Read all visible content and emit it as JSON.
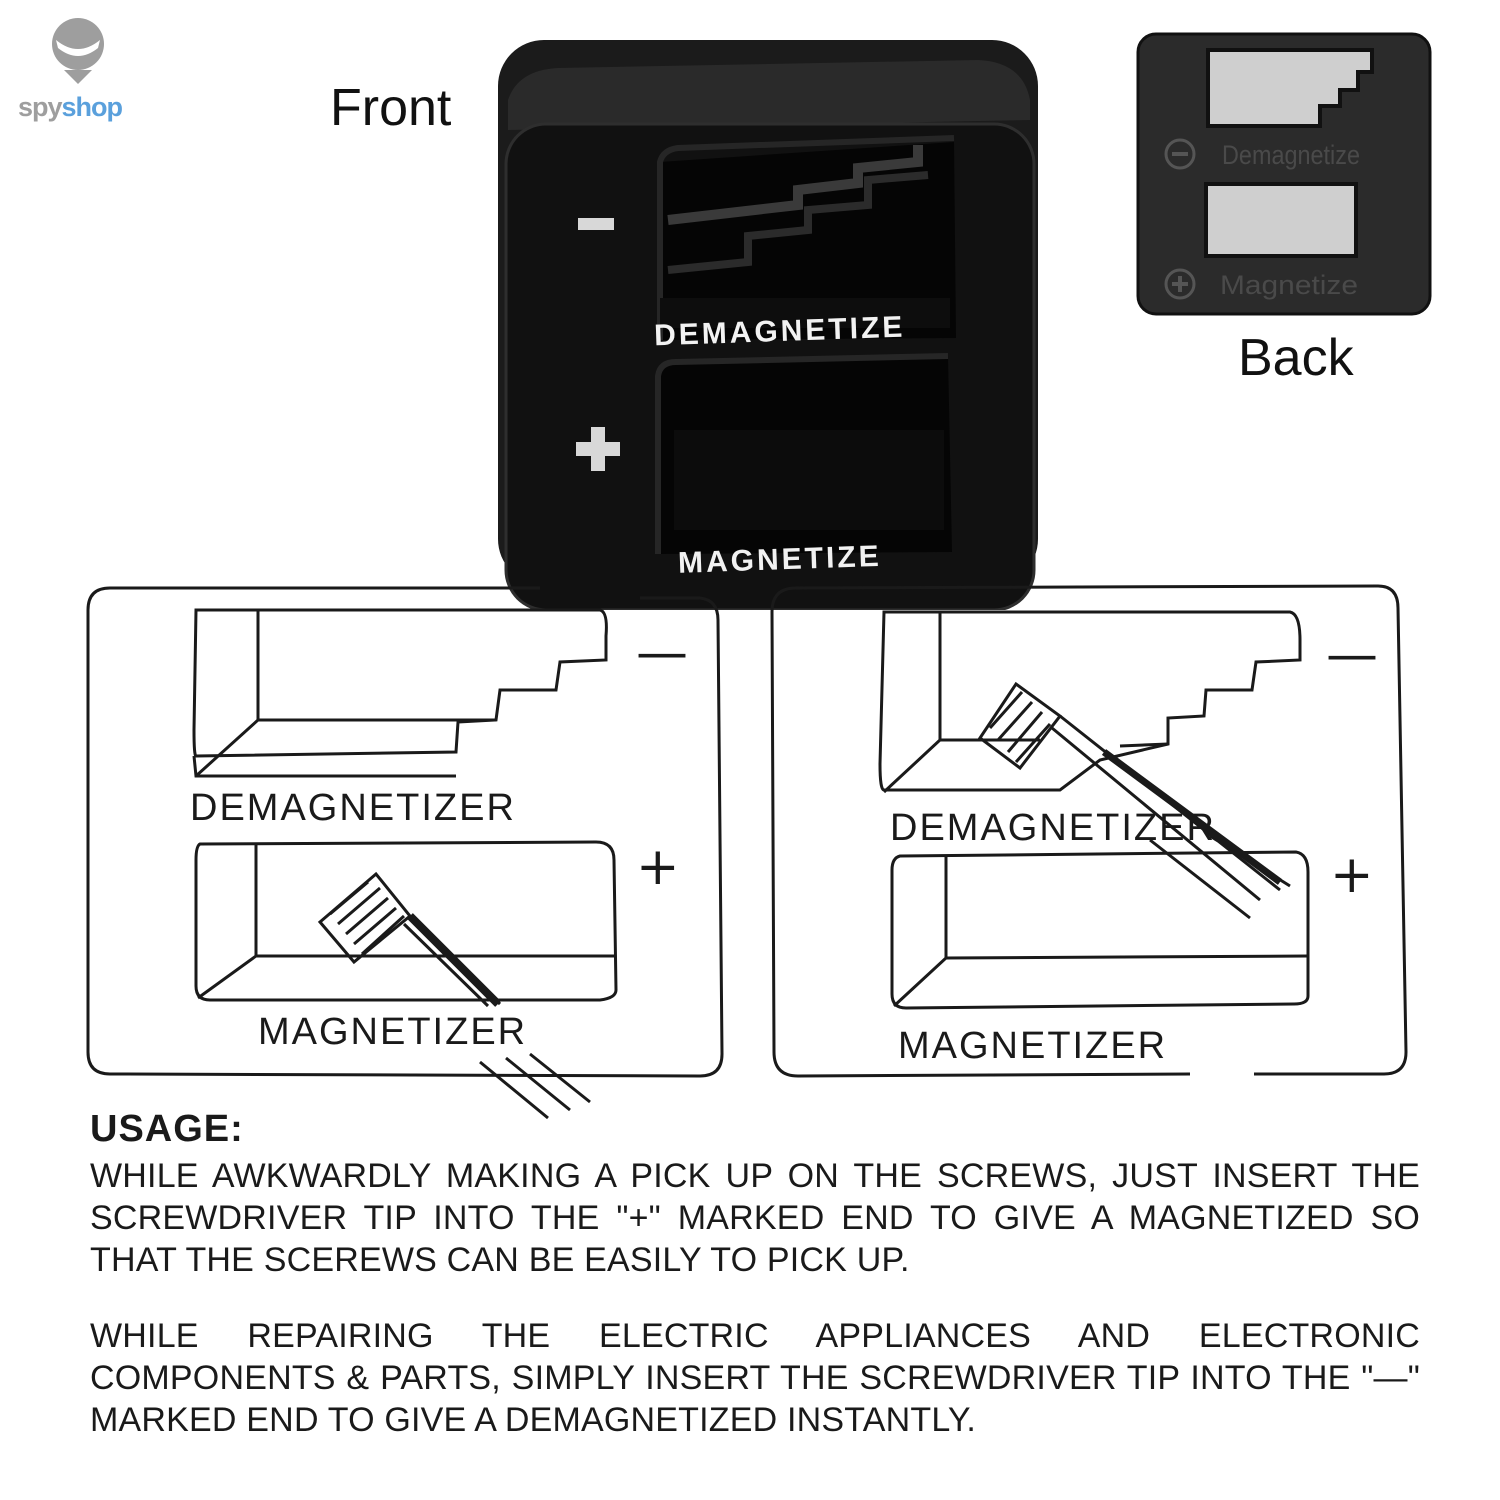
{
  "brand": {
    "spy": "spy",
    "shop": "shop"
  },
  "labels": {
    "front": "Front",
    "back": "Back"
  },
  "front_device": {
    "top_label": "DEMAGNETIZE",
    "bottom_label": "MAGNETIZE",
    "minus_sign": "−",
    "plus_sign": "+"
  },
  "back_device": {
    "top_label": "Demagnetize",
    "bottom_label": "Magnetize"
  },
  "diagrams": {
    "left": {
      "top_label": "DEMAGNETIZER",
      "bottom_label": "MAGNETIZER",
      "minus_sign": "—",
      "plus_sign": "+"
    },
    "right": {
      "top_label": "DEMAGNETIZER",
      "bottom_label": "MAGNETIZER",
      "minus_sign": "—",
      "plus_sign": "+"
    }
  },
  "usage": {
    "heading": "USAGE:",
    "paragraph_1": "WHILE AWKWARDLY MAKING A PICK UP ON THE SCREWS, JUST INSERT THE SCREWDRIVER TIP INTO THE \"+\" MARKED END TO GIVE A MAGNETIZED SO THAT THE SCEREWS CAN BE EASILY TO PICK UP.",
    "paragraph_2": "WHILE REPAIRING THE ELECTRIC APPLIANCES AND ELECTRONIC COMPONENTS & PARTS, SIMPLY INSERT THE SCREWDRIVER TIP INTO THE \"—\" MARKED END TO GIVE A DEMAGNETIZED INSTANTLY."
  }
}
